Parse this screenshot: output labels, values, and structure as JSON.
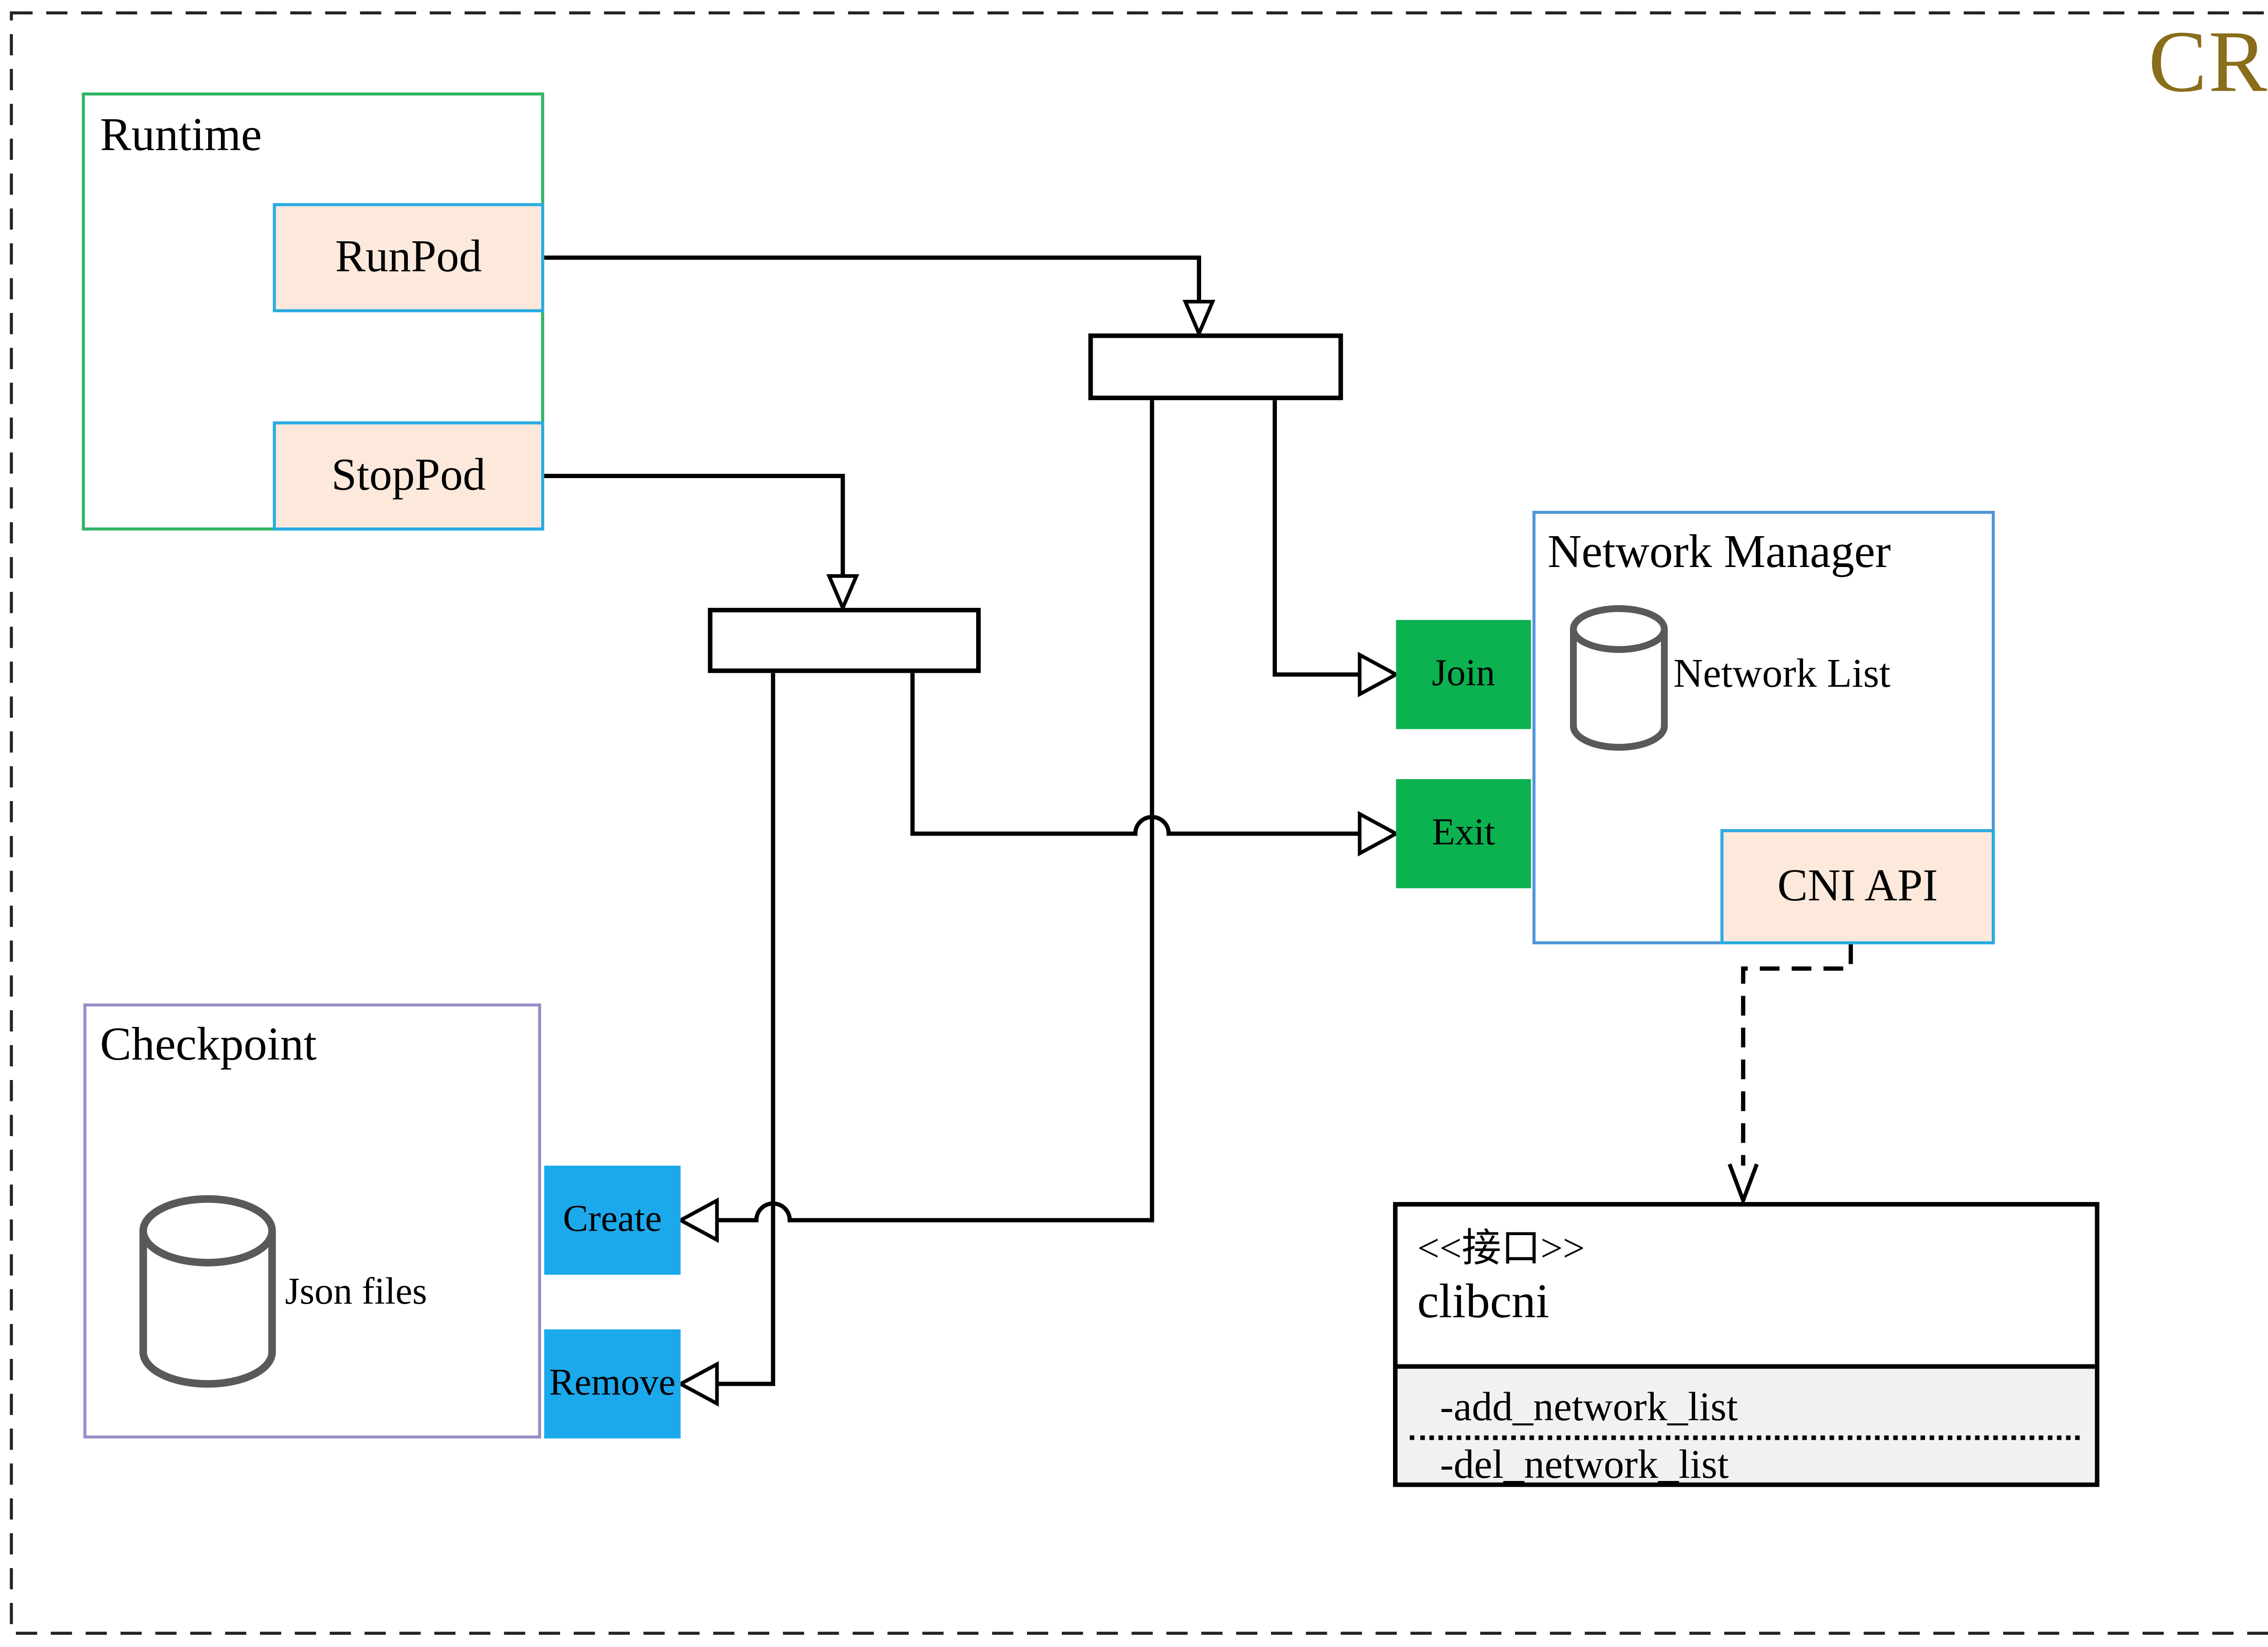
{
  "page": {
    "title": "CRI"
  },
  "runtime": {
    "label": "Runtime",
    "runpod_label": "RunPod",
    "stoppod_label": "StopPod"
  },
  "network_manager": {
    "label": "Network Manager",
    "network_list_label": "Network List",
    "join_label": "Join",
    "exit_label": "Exit",
    "cni_api_label": "CNI API"
  },
  "checkpoint": {
    "label": "Checkpoint",
    "json_files_label": "Json files",
    "create_label": "Create",
    "remove_label": "Remove"
  },
  "clibcni": {
    "stereotype": "<<接口>>",
    "name": "clibcni",
    "method_add": "-add_network_list",
    "method_del": "-del_network_list"
  },
  "colors": {
    "title_gold": "#8A6D1B",
    "runtime_border_green": "#2EB563",
    "network_manager_border_blue": "#4E97D8",
    "checkpoint_border_purple": "#9C8DC4",
    "peach_fill": "#FCE9DC",
    "peach_border_cyan": "#29ABE2",
    "action_green_fill": "#0CB150",
    "action_cyan_fill": "#1BA9EC",
    "methods_gray_fill": "#F1F1F1",
    "cylinder_stroke_gray": "#595959",
    "line_black": "#000000"
  }
}
